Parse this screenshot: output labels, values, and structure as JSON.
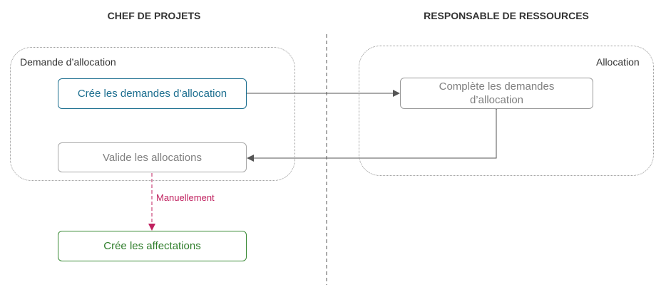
{
  "lanes": {
    "left_title": "CHEF DE PROJETS",
    "right_title": "RESPONSABLE DE RESSOURCES"
  },
  "groups": {
    "left_label": "Demande d’allocation",
    "right_label": "Allocation"
  },
  "nodes": {
    "create_requests": "Crée les demandes d’allocation",
    "complete_requests": "Complète les demandes d’allocation",
    "validate_allocations": "Valide les allocations",
    "create_assignments": "Crée les affectations"
  },
  "edges": {
    "manual_label": "Manuellement"
  },
  "colors": {
    "blue_node": "#1b6e8f",
    "green_node": "#2e7d2a",
    "manual_edge": "#c0215f",
    "grey_text": "#808080"
  }
}
